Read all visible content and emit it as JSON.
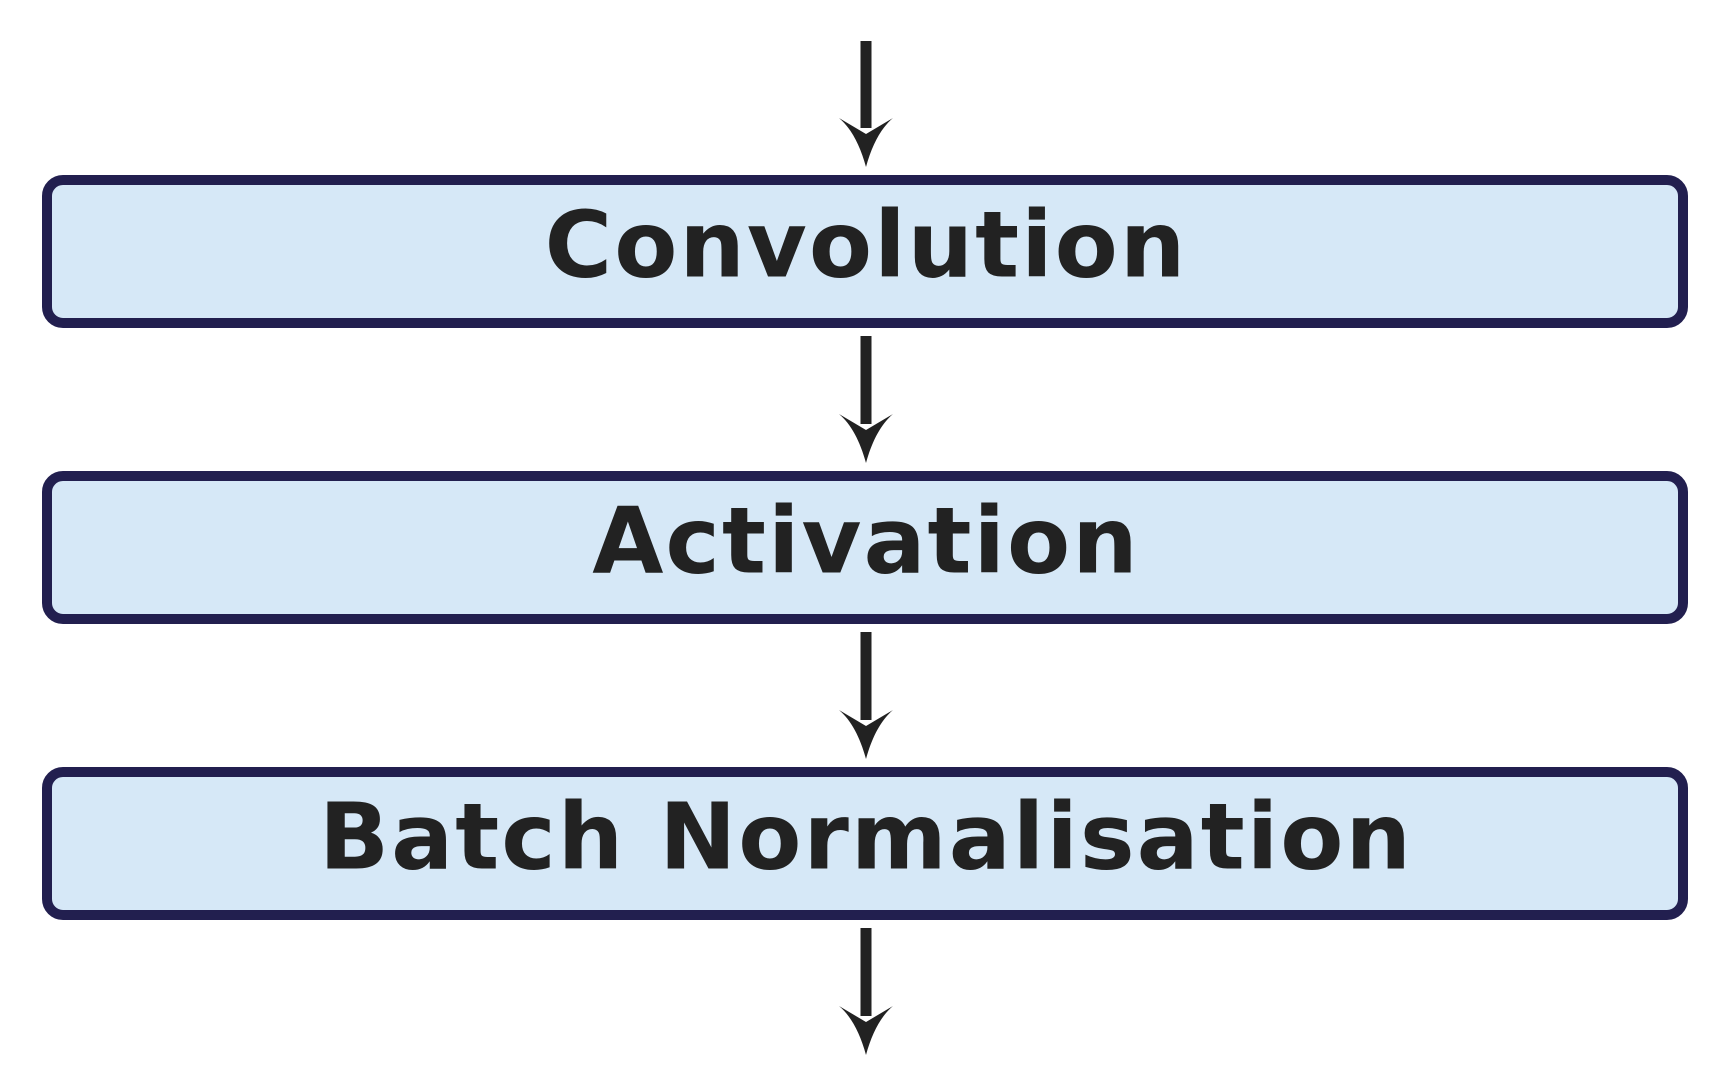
{
  "diagram": {
    "nodes": [
      {
        "id": "convolution",
        "label": "Convolution"
      },
      {
        "id": "activation",
        "label": "Activation"
      },
      {
        "id": "batch-normalisation",
        "label": "Batch Normalisation"
      }
    ],
    "colors": {
      "box_fill": "#d6e8f7",
      "box_border": "#221f4f",
      "text": "#222222",
      "arrow": "#222222"
    }
  }
}
